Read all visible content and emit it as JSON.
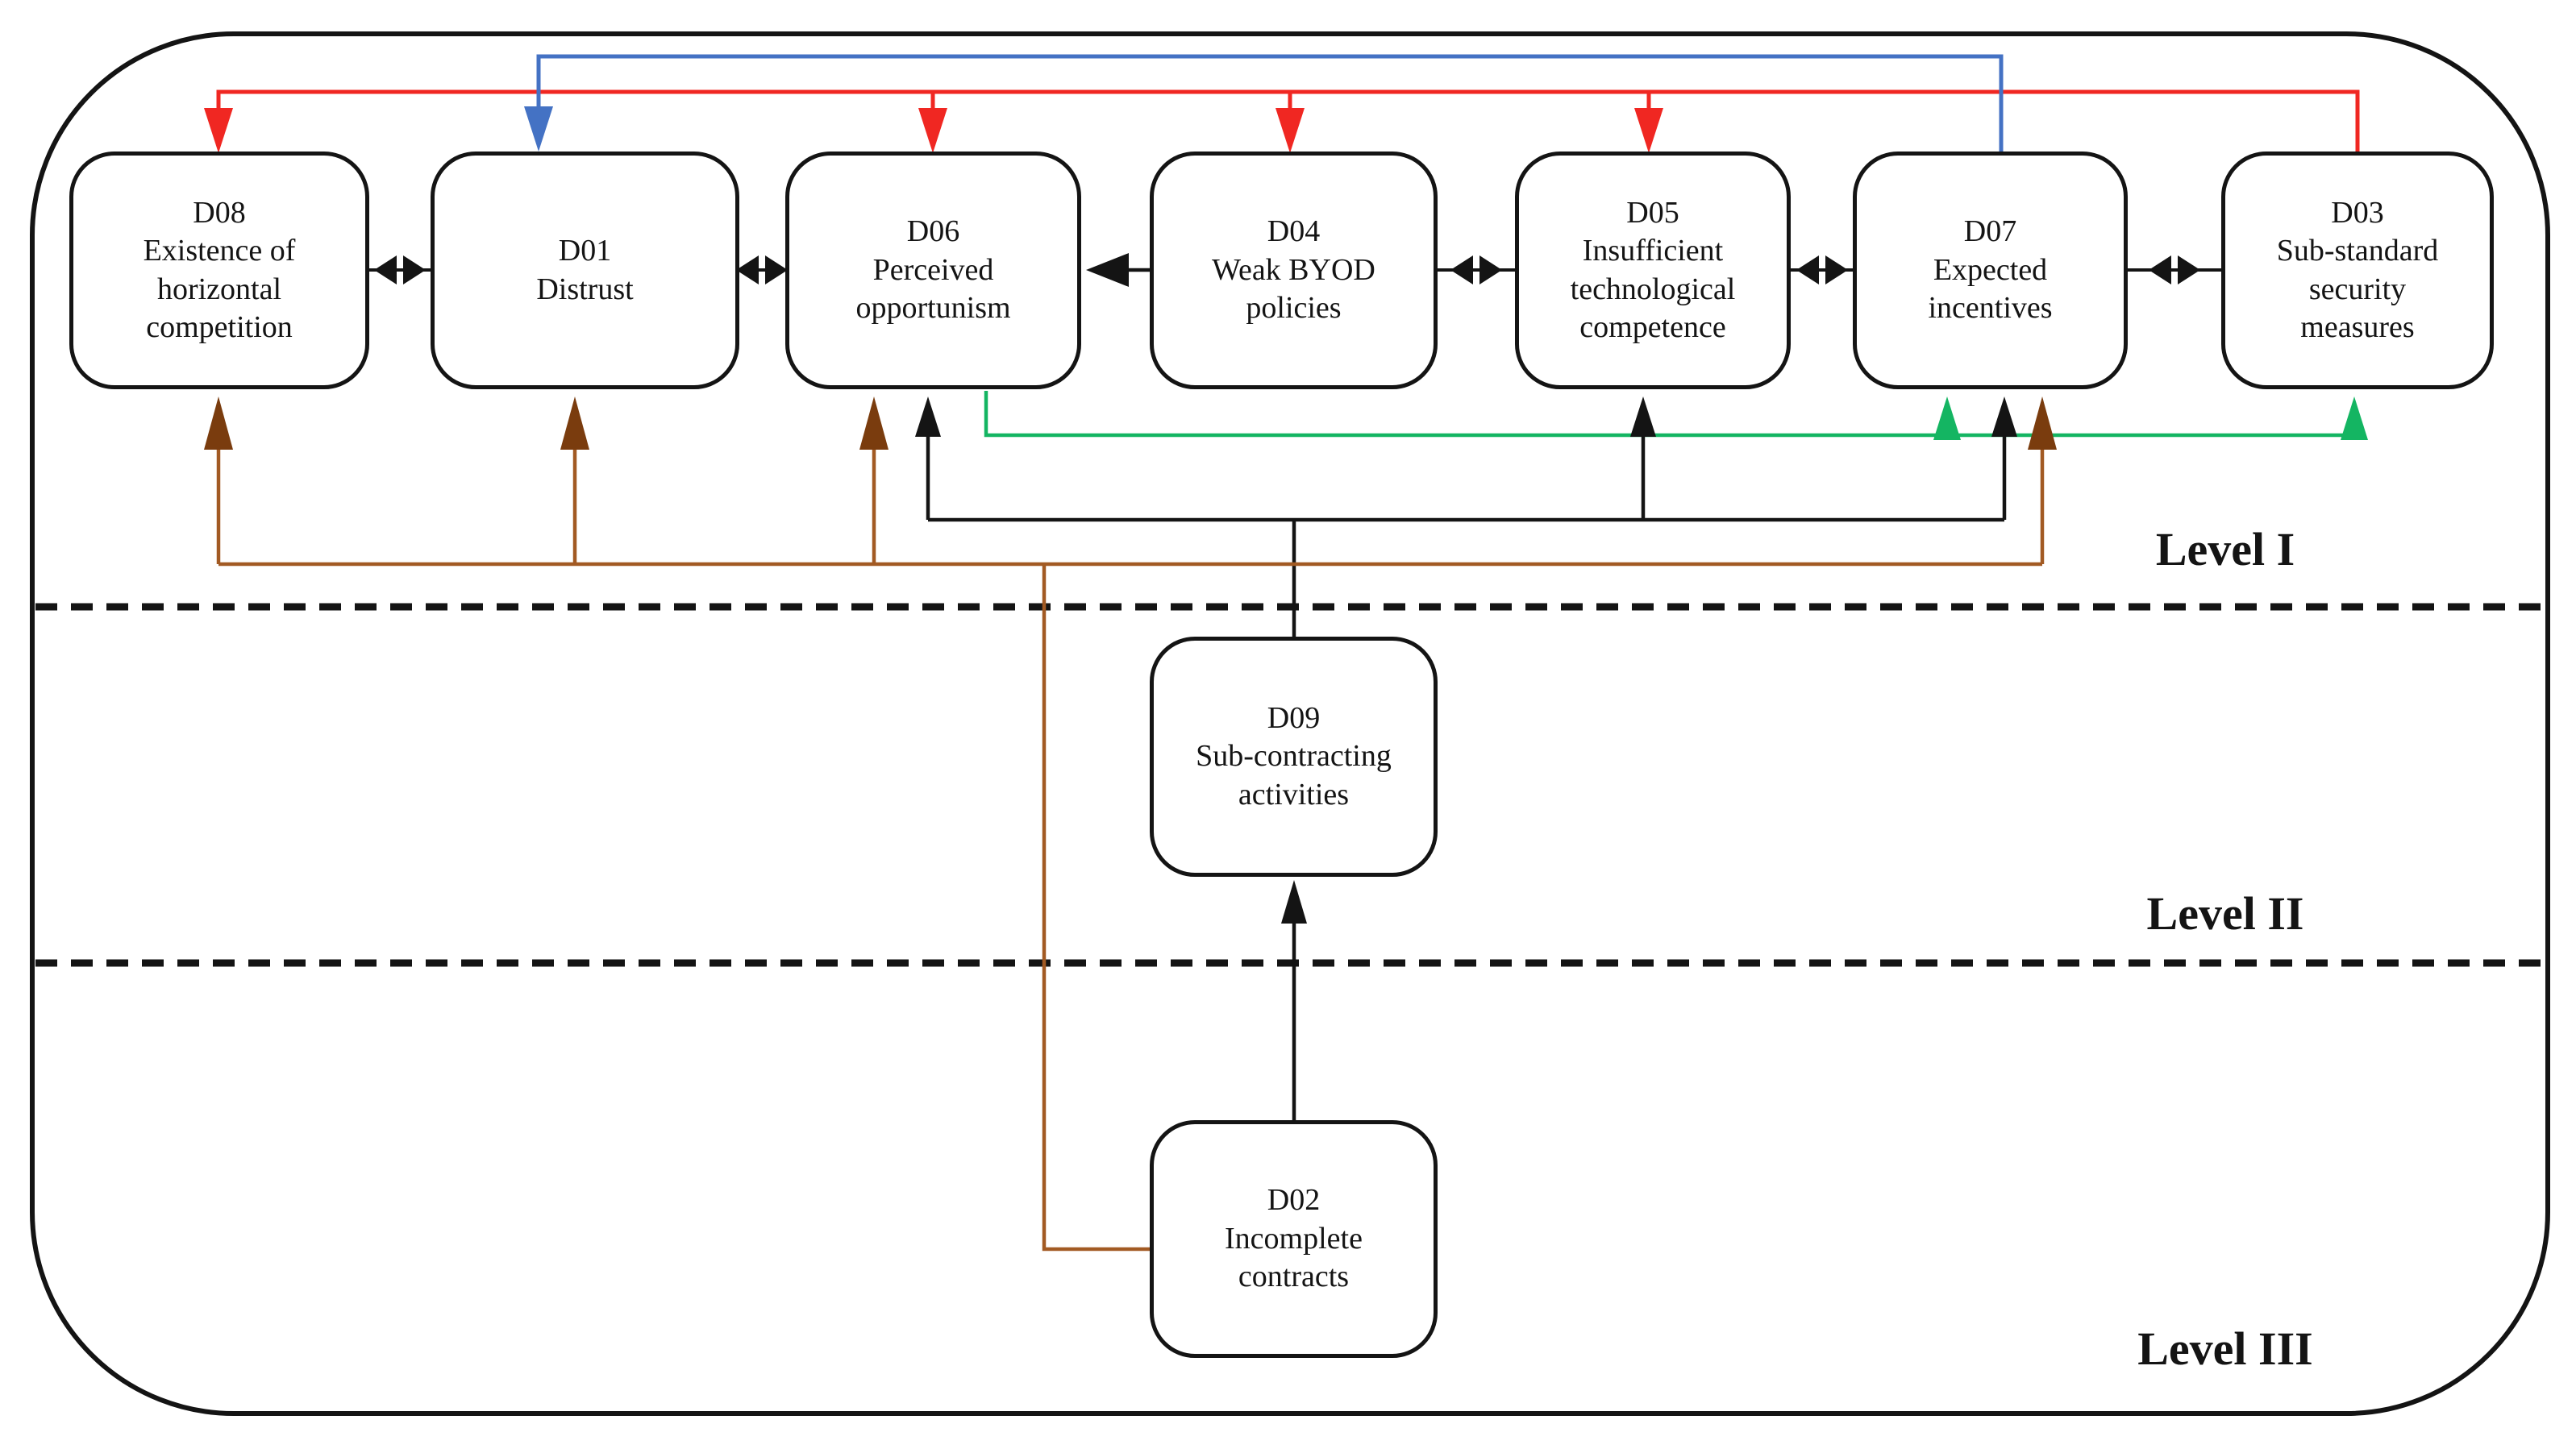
{
  "colors": {
    "red": "#F02722",
    "blue": "#4472C4",
    "green": "#14B562",
    "brown": "#A25A23",
    "brown_dark": "#7A3C0E",
    "ink": "#141414"
  },
  "diagram": {
    "levels": [
      {
        "label": "Level I"
      },
      {
        "label": "Level II"
      },
      {
        "label": "Level III"
      }
    ],
    "nodes": [
      {
        "id": "D08",
        "level": 1,
        "label": "D08\nExistence of\nhorizontal\ncompetition"
      },
      {
        "id": "D01",
        "level": 1,
        "label": "D01\nDistrust"
      },
      {
        "id": "D06",
        "level": 1,
        "label": "D06\nPerceived\nopportunism"
      },
      {
        "id": "D04",
        "level": 1,
        "label": "D04\nWeak BYOD\npolicies"
      },
      {
        "id": "D05",
        "level": 1,
        "label": "D05\nInsufficient\ntechnological\ncompetence"
      },
      {
        "id": "D07",
        "level": 1,
        "label": "D07\nExpected\nincentives"
      },
      {
        "id": "D03",
        "level": 1,
        "label": "D03\nSub-standard\nsecurity\nmeasures"
      },
      {
        "id": "D09",
        "level": 2,
        "label": "D09\nSub-contracting\nactivities"
      },
      {
        "id": "D02",
        "level": 3,
        "label": "D02\nIncomplete\ncontracts"
      }
    ],
    "edges": [
      {
        "from": "D03",
        "to": "D08",
        "color": "red",
        "type": "directed"
      },
      {
        "from": "D03",
        "to": "D06",
        "color": "red",
        "type": "directed"
      },
      {
        "from": "D03",
        "to": "D04",
        "color": "red",
        "type": "directed"
      },
      {
        "from": "D03",
        "to": "D05",
        "color": "red",
        "type": "directed"
      },
      {
        "from": "D07",
        "to": "D01",
        "color": "blue",
        "type": "directed"
      },
      {
        "from": "D06",
        "to": "D07",
        "color": "green",
        "type": "directed"
      },
      {
        "from": "D06",
        "to": "D03",
        "color": "green",
        "type": "directed"
      },
      {
        "from": "D09",
        "to": "D06",
        "color": "black",
        "type": "directed"
      },
      {
        "from": "D09",
        "to": "D05",
        "color": "black",
        "type": "directed"
      },
      {
        "from": "D09",
        "to": "D07",
        "color": "black",
        "type": "directed"
      },
      {
        "from": "D02",
        "to": "D09",
        "color": "black",
        "type": "directed"
      },
      {
        "from": "D02",
        "to": "D08",
        "color": "brown",
        "type": "directed"
      },
      {
        "from": "D02",
        "to": "D01",
        "color": "brown",
        "type": "directed"
      },
      {
        "from": "D02",
        "to": "D06",
        "color": "brown",
        "type": "directed"
      },
      {
        "from": "D02",
        "to": "D07",
        "color": "brown",
        "type": "directed"
      },
      {
        "from": "D04",
        "to": "D06",
        "color": "black",
        "type": "directed"
      },
      {
        "from": "D08",
        "to": "D01",
        "color": "black",
        "type": "bidirectional"
      },
      {
        "from": "D01",
        "to": "D06",
        "color": "black",
        "type": "bidirectional"
      },
      {
        "from": "D04",
        "to": "D05",
        "color": "black",
        "type": "bidirectional"
      },
      {
        "from": "D05",
        "to": "D07",
        "color": "black",
        "type": "bidirectional"
      },
      {
        "from": "D07",
        "to": "D03",
        "color": "black",
        "type": "bidirectional"
      }
    ]
  }
}
